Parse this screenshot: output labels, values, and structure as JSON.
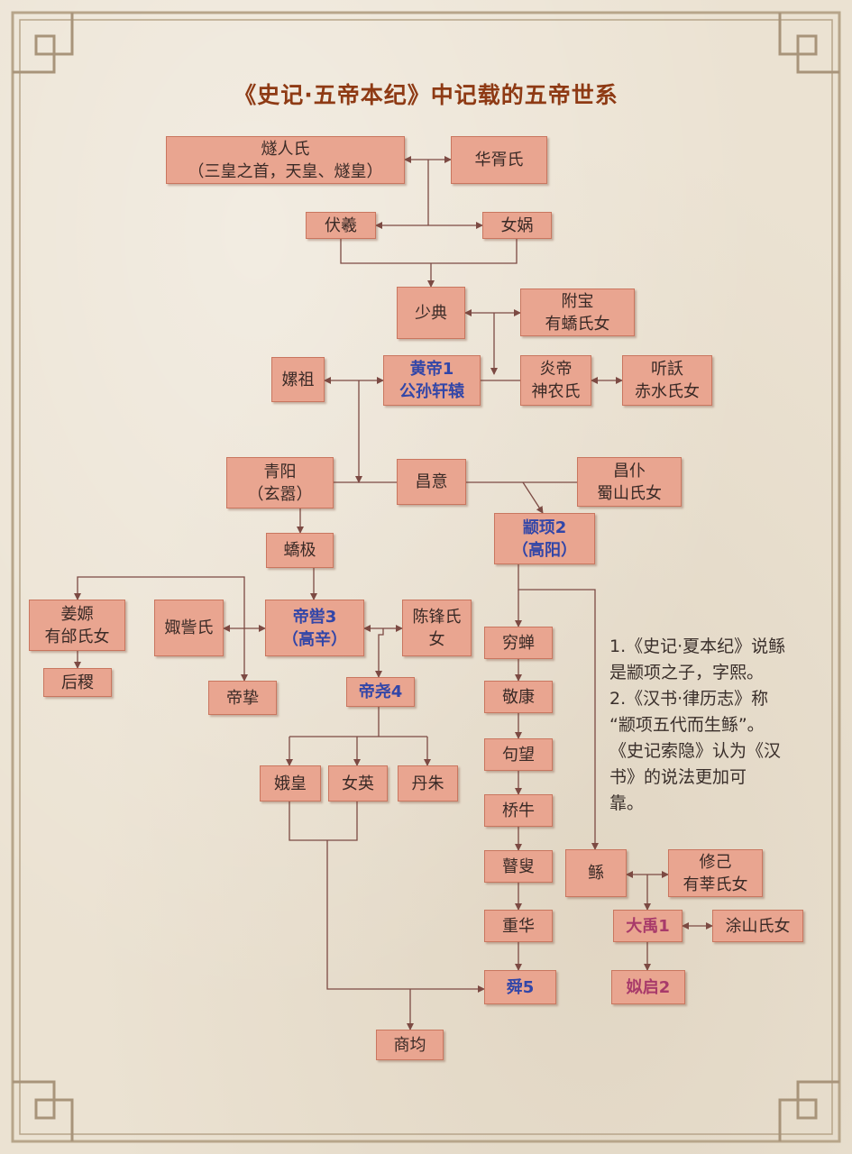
{
  "title": "《史记·五帝本纪》中记载的五帝世系",
  "nodes": {
    "suiren": {
      "line1": "燧人氏",
      "line2": "（三皇之首，天皇、燧皇）"
    },
    "huaxu": {
      "line1": "华胥氏"
    },
    "fuxi": {
      "line1": "伏羲"
    },
    "nvwa": {
      "line1": "女娲"
    },
    "shaodian": {
      "line1": "少典"
    },
    "fubao": {
      "line1": "附宝",
      "line2": "有蟜氏女"
    },
    "leizu": {
      "line1": "嫘祖"
    },
    "huangdi": {
      "line1": "黄帝1",
      "line2": "公孙轩辕"
    },
    "yandi": {
      "line1": "炎帝",
      "line2": "神农氏"
    },
    "tingyao": {
      "line1": "听訞",
      "line2": "赤水氏女"
    },
    "qingyang": {
      "line1": "青阳",
      "line2": "（玄嚣）"
    },
    "changyi": {
      "line1": "昌意"
    },
    "changpu": {
      "line1": "昌仆",
      "line2": "蜀山氏女"
    },
    "zhuanxu": {
      "line1": "颛顼2",
      "line2": "（高阳）"
    },
    "jiaoji": {
      "line1": "蟜极"
    },
    "jiangyuan": {
      "line1": "姜嫄",
      "line2": "有邰氏女"
    },
    "houji": {
      "line1": "后稷"
    },
    "juzi": {
      "line1": "娵訾氏"
    },
    "diku": {
      "line1": "帝喾3",
      "line2": "（高辛）"
    },
    "chenfeng": {
      "line1": "陈锋氏",
      "line2": "女"
    },
    "dizhi": {
      "line1": "帝挚"
    },
    "diyao": {
      "line1": "帝尧4"
    },
    "qiongchan": {
      "line1": "穷蝉"
    },
    "jingkang": {
      "line1": "敬康"
    },
    "goumang": {
      "line1": "句望"
    },
    "qiaoniu": {
      "line1": "桥牛"
    },
    "gusou": {
      "line1": "瞽叟"
    },
    "chonghua": {
      "line1": "重华"
    },
    "shun": {
      "line1": "舜5"
    },
    "ehuang": {
      "line1": "娥皇"
    },
    "nvying": {
      "line1": "女英"
    },
    "danzhu": {
      "line1": "丹朱"
    },
    "shangjun": {
      "line1": "商均"
    },
    "gun": {
      "line1": "鲧"
    },
    "xiuji": {
      "line1": "修己",
      "line2": "有莘氏女"
    },
    "dayu": {
      "line1": "大禹1"
    },
    "tushan": {
      "line1": "涂山氏女"
    },
    "siqi": {
      "line1": "姒启2"
    }
  },
  "note": {
    "lines": [
      "1.《史记·夏本纪》说鲧",
      "是颛项之子，字熙。",
      "2.《汉书·律历志》称",
      "“颛项五代而生鲧”。",
      "《史记索隐》认为《汉",
      "书》的说法更加可",
      "靠。"
    ]
  },
  "colors": {
    "box_fill": "#e9a590",
    "box_border": "#c9765f",
    "line": "#7c4a43",
    "title": "#8e3a14",
    "emperor_text": "#3246a8",
    "yu_text": "#a83a6a"
  }
}
